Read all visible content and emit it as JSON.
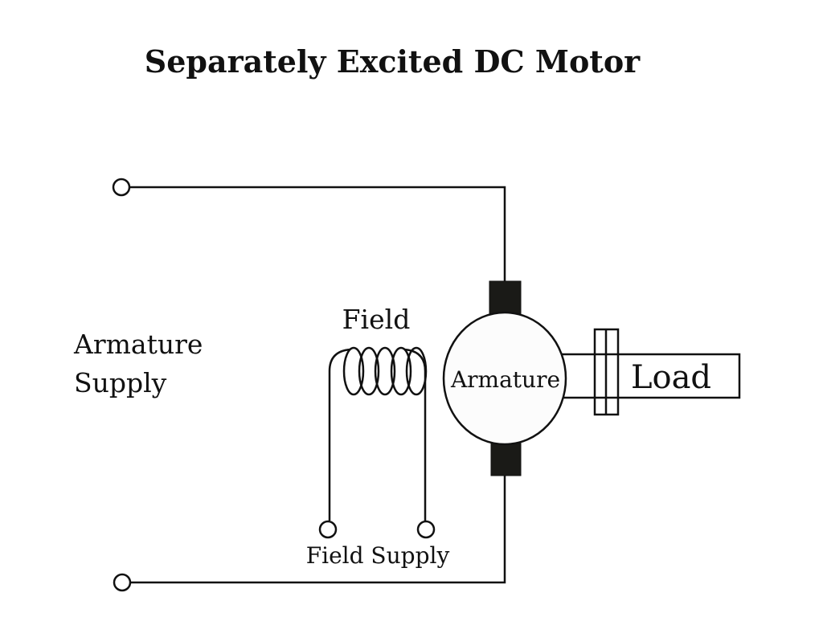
{
  "title": "Separately Excited DC Motor",
  "labels": {
    "armature_supply_line1": "Armature",
    "armature_supply_line2": "Supply",
    "field": "Field",
    "field_supply": "Field Supply",
    "armature": "Armature",
    "load": "Load"
  },
  "components": {
    "armature_supply_terminals": 2,
    "field_supply_terminals": 2,
    "field_coil_turns": 5,
    "brushes": 2
  },
  "colors": {
    "line": "#111111",
    "brush_fill": "#1a1a17",
    "background": "#ffffff"
  }
}
